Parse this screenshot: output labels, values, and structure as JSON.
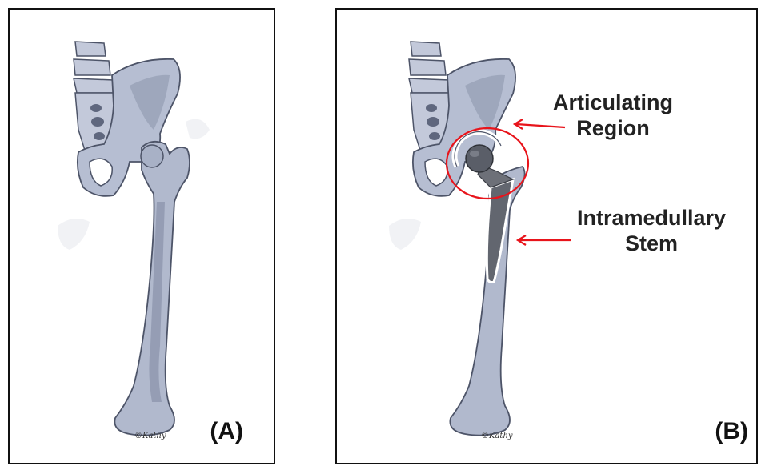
{
  "panel_a": {
    "label": "(A)",
    "artist_signature": "©Kathy"
  },
  "panel_b": {
    "label": "(B)",
    "artist_signature": "©Kathy",
    "callout_articulating": {
      "line1": "Articulating",
      "line2": "Region"
    },
    "callout_stem": {
      "line1": "Intramedullary",
      "line2": "Stem"
    }
  },
  "colors": {
    "bone": "#b6bed2",
    "bone_shadow": "#6f7891",
    "implant": "#6d7078",
    "arrow": "#e8141b"
  }
}
